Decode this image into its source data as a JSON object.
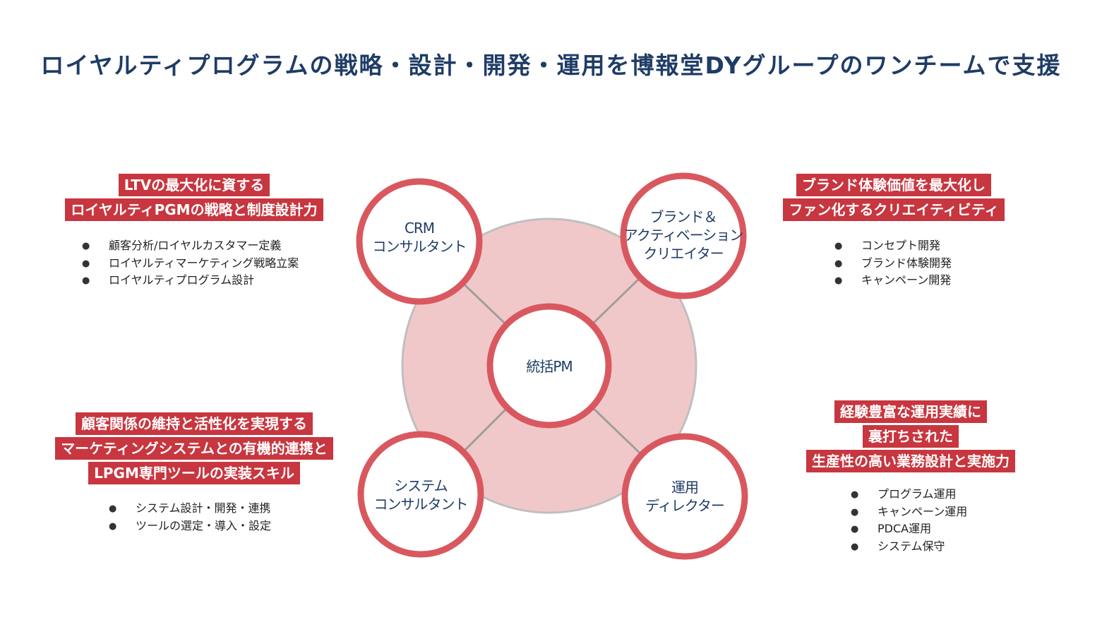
{
  "title": "ロイヤルティプログラムの戦略・設計・開発・運用を博報堂DYグループのワンチームで支援",
  "colors": {
    "title": "#1f3c66",
    "accent_red": "#c8363f",
    "ring_red": "#d9585f",
    "big_circle_fill": "#f1c8ca",
    "big_circle_stroke": "#bfbfbf",
    "connector": "#9e9e9e"
  },
  "center": {
    "label": "統括PM"
  },
  "nodes": {
    "crm": {
      "label": "CRM\nコンサルタント"
    },
    "brand": {
      "label": "ブランド＆\nアクティベーション\nクリエイター"
    },
    "system": {
      "label": "システム\nコンサルタント"
    },
    "ops": {
      "label": "運用\nディレクター"
    }
  },
  "top_left": {
    "lines": [
      "LTVの最大化に資する",
      "ロイヤルティPGMの戦略と制度設計力"
    ],
    "bullets": [
      "顧客分析/ロイヤルカスタマー定義",
      "ロイヤルティマーケティング戦略立案",
      "ロイヤルティプログラム設計"
    ]
  },
  "top_right": {
    "lines": [
      "ブランド体験価値を最大化し",
      "ファン化するクリエイティビティ"
    ],
    "bullets": [
      "コンセプト開発",
      "ブランド体験開発",
      "キャンペーン開発"
    ]
  },
  "bottom_left": {
    "lines": [
      "顧客関係の維持と活性化を実現する",
      "マーケティングシステムとの有機的連携と",
      "LPGM専門ツールの実装スキル"
    ],
    "bullets": [
      "システム設計・開発・連携",
      "ツールの選定・導入・設定"
    ]
  },
  "bottom_right": {
    "lines": [
      "経験豊富な運用実績に",
      "裏打ちされた",
      "生産性の高い業務設計と実施力"
    ],
    "bullets": [
      "プログラム運用",
      "キャンペーン運用",
      "PDCA運用",
      "システム保守"
    ]
  }
}
